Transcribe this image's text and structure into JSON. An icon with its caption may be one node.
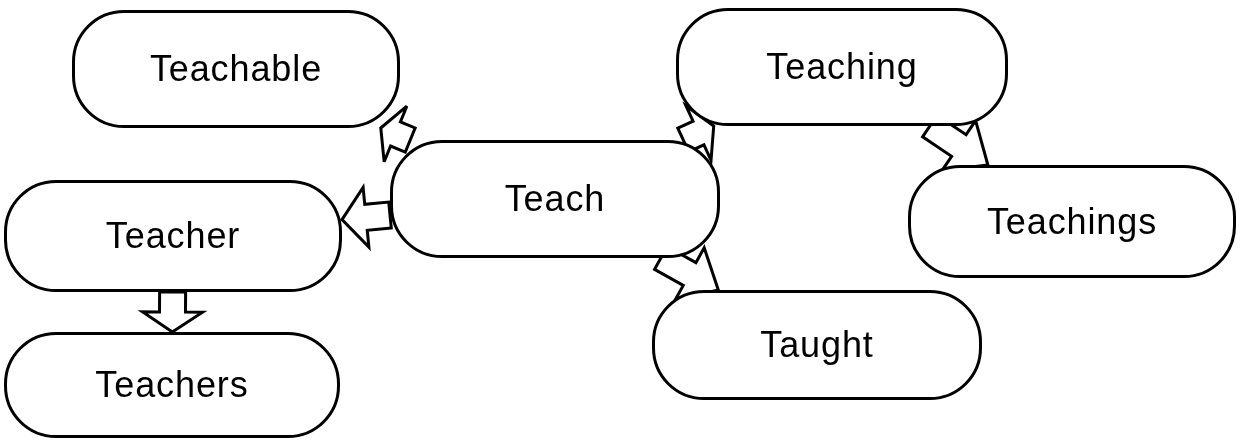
{
  "diagram": {
    "nodes": [
      {
        "text": [
          "Teachable"
        ]
      },
      {
        "text": [
          "Teacher"
        ]
      },
      {
        "text": [
          "Teachers"
        ]
      },
      {
        "text": [
          "Teach"
        ]
      },
      {
        "text": [
          "Teaching"
        ]
      },
      {
        "text": [
          "Teachings"
        ]
      },
      {
        "text": [
          "Taught"
        ]
      }
    ],
    "edges": [
      {
        "from": 3,
        "to": 0,
        "arrow": "to"
      },
      {
        "from": 3,
        "to": 1,
        "arrow": "to"
      },
      {
        "from": 1,
        "to": 2,
        "arrow": "to"
      },
      {
        "from": 3,
        "to": 4,
        "arrow": "to"
      },
      {
        "from": 4,
        "to": 5,
        "arrow": "to"
      },
      {
        "from": 3,
        "to": 6,
        "arrow": "to"
      }
    ]
  }
}
